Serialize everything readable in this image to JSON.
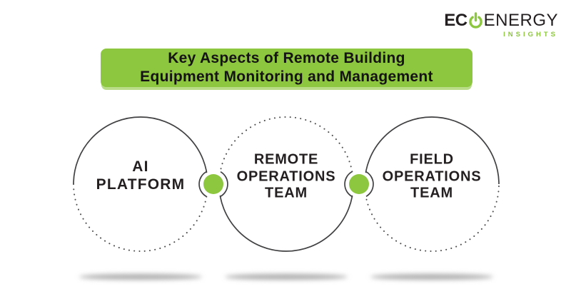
{
  "logo": {
    "brand_bold": "EC",
    "brand_light": "ENERGY",
    "tagline": "INSIGHTS",
    "power_icon": "power-button-icon"
  },
  "banner": {
    "title": "Key Aspects of Remote Building\nEquipment Monitoring and Management"
  },
  "diagram": {
    "nodes": [
      {
        "label": "AI\nPLATFORM"
      },
      {
        "label": "REMOTE\nOPERATIONS\nTEAM"
      },
      {
        "label": "FIELD\nOPERATIONS\nTEAM"
      }
    ],
    "connector_icon": "green-dot-connector"
  },
  "colors": {
    "green": "#8DC63F",
    "dark_text": "#231F20",
    "circle_stroke": "#414042"
  }
}
